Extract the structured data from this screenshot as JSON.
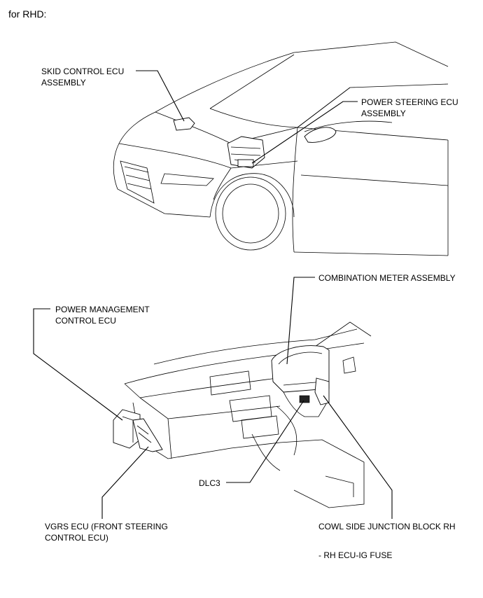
{
  "heading": "for RHD:",
  "labels": {
    "skid_control_1": "SKID CONTROL ECU",
    "skid_control_2": "ASSEMBLY",
    "power_steering_1": "POWER STEERING ECU",
    "power_steering_2": "ASSEMBLY",
    "combination_meter": "COMBINATION METER ASSEMBLY",
    "power_management_1": "POWER MANAGEMENT",
    "power_management_2": "CONTROL ECU",
    "dlc3": "DLC3",
    "vgrs_1": "VGRS ECU (FRONT STEERING",
    "vgrs_2": "CONTROL ECU)",
    "cowl_side": "COWL SIDE JUNCTION BLOCK RH",
    "fuse_note": "- RH ECU-IG FUSE"
  }
}
